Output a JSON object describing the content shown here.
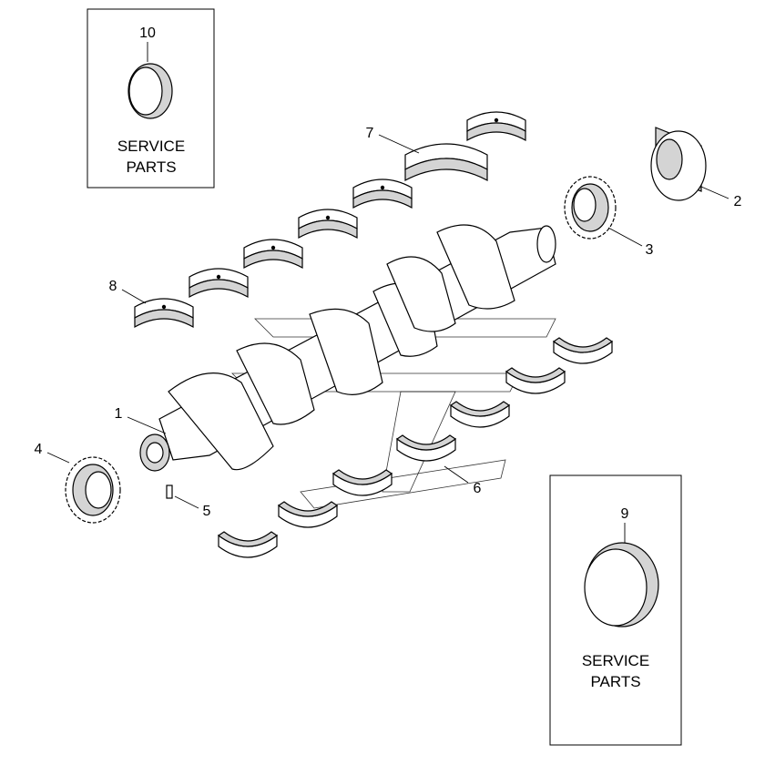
{
  "diagram": {
    "service_box_top": {
      "callout": "10",
      "line1": "SERVICE",
      "line2": "PARTS"
    },
    "service_box_bottom": {
      "callout": "9",
      "line1": "SERVICE",
      "line2": "PARTS"
    },
    "callouts": {
      "crankshaft": "1",
      "rear_seal_ring": "2",
      "rear_gear": "3",
      "front_gear": "4",
      "dowel_pin": "5",
      "lower_bearing_shells": "6",
      "upper_bearing_shell_flanged": "7",
      "upper_bearing_shells": "8"
    }
  }
}
